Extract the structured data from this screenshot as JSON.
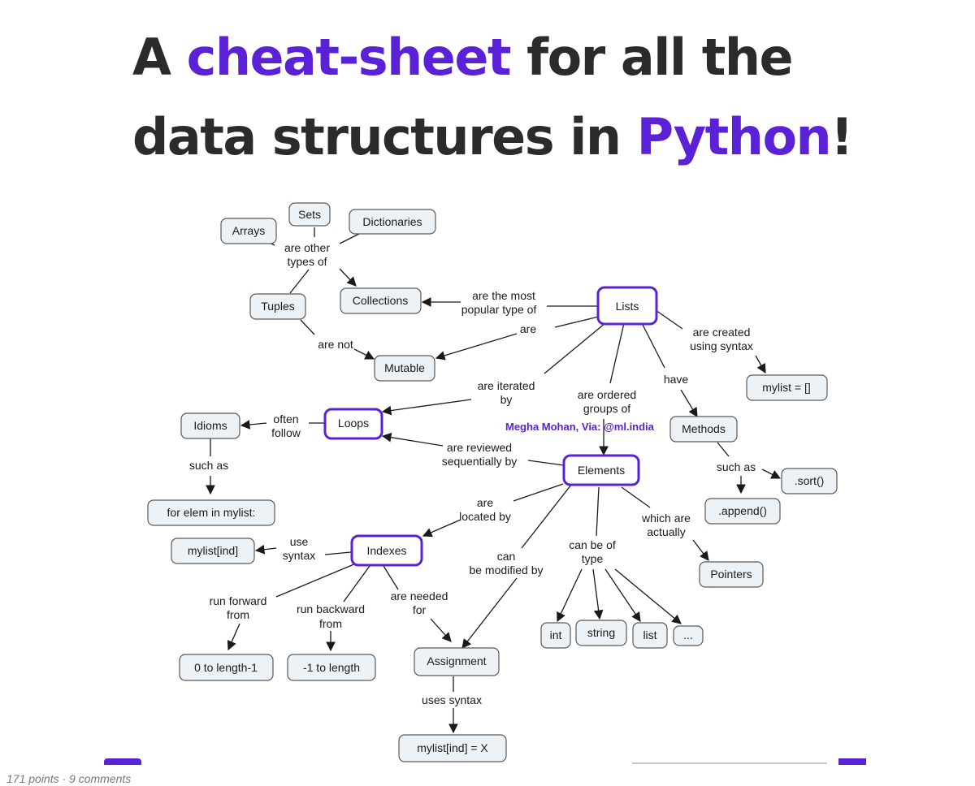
{
  "title": {
    "line1_pre": "A ",
    "line1_accent": "cheat-sheet",
    "line1_post": " for all the",
    "line2_pre": "data structures in ",
    "line2_accent": "Python",
    "line2_post": "!"
  },
  "nodes": {
    "sets": "Sets",
    "arrays": "Arrays",
    "dictionaries": "Dictionaries",
    "tuples": "Tuples",
    "collections": "Collections",
    "lists": "Lists",
    "mutable": "Mutable",
    "mylist_create": "mylist = []",
    "loops": "Loops",
    "idioms": "Idioms",
    "methods": "Methods",
    "elements": "Elements",
    "for_elem": "for elem in mylist:",
    "sort": ".sort()",
    "append": ".append()",
    "mylist_ind": "mylist[ind]",
    "indexes": "Indexes",
    "pointers": "Pointers",
    "int": "int",
    "string": "string",
    "list": "list",
    "more": "...",
    "zero_to_len": "0 to length-1",
    "minus1_to_len": "-1 to length",
    "assignment": "Assignment",
    "mylist_assign": "mylist[ind] = X"
  },
  "edge_labels": {
    "are_other": "are other",
    "types_of": "types of",
    "most_popular_1": "are the most",
    "most_popular_2": "popular type of",
    "are": "are",
    "are_not": "are not",
    "created_1": "are created",
    "created_2": "using syntax",
    "iterated_1": "are iterated",
    "iterated_2": "by",
    "ordered_1": "are ordered",
    "ordered_2": "groups of",
    "have": "have",
    "often_1": "often",
    "often_2": "follow",
    "reviewed_1": "are reviewed",
    "reviewed_2": "sequentially by",
    "such_as_left": "such as",
    "such_as_right": "such as",
    "located_1": "are",
    "located_2": "located by",
    "use_syntax_1": "use",
    "use_syntax_2": "syntax",
    "pointers_1": "which are",
    "pointers_2": "actually",
    "modified_1": "can",
    "modified_2": "be modified by",
    "type_1": "can be of",
    "type_2": "type",
    "forward_1": "run forward",
    "forward_2": "from",
    "backward_1": "run backward",
    "backward_2": "from",
    "needed_1": "are needed",
    "needed_2": "for",
    "uses_syntax": "uses syntax"
  },
  "credit": "Megha Mohan, Via: @ml.india",
  "footer_caption": "171 points · 9 comments",
  "colors": {
    "accent": "#5b21d6",
    "node_fill": "#edf2f6",
    "title": "#2b2b2b"
  }
}
